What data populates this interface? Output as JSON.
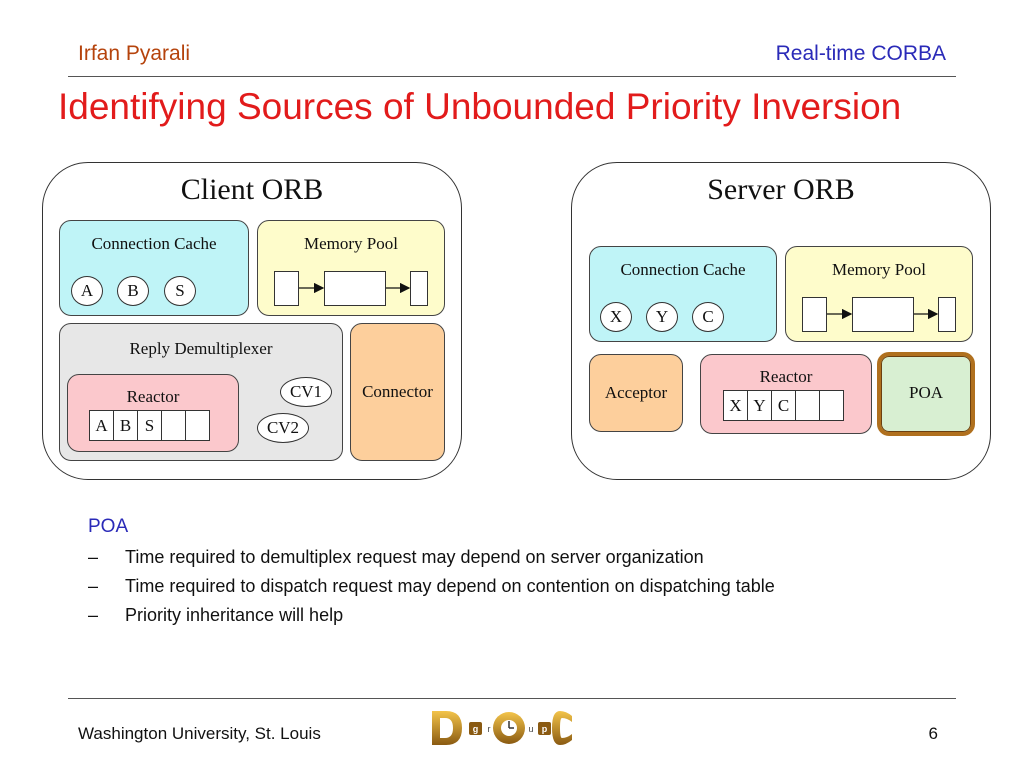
{
  "header": {
    "author": "Irfan Pyarali",
    "topic": "Real-time CORBA"
  },
  "title": "Identifying Sources of Unbounded Priority Inversion",
  "client_orb": {
    "title": "Client ORB",
    "connection_cache": {
      "label": "Connection Cache",
      "items": [
        "A",
        "B",
        "S"
      ]
    },
    "memory_pool": {
      "label": "Memory Pool"
    },
    "reply_demux": {
      "label": "Reply Demultiplexer",
      "reactor": {
        "label": "Reactor",
        "cells": [
          "A",
          "B",
          "S",
          "",
          ""
        ]
      },
      "cv1": "CV1",
      "cv2": "CV2"
    },
    "connector": "Connector"
  },
  "server_orb": {
    "title": "Server ORB",
    "connection_cache": {
      "label": "Connection Cache",
      "items": [
        "X",
        "Y",
        "C"
      ]
    },
    "memory_pool": {
      "label": "Memory Pool"
    },
    "acceptor": "Acceptor",
    "reactor": {
      "label": "Reactor",
      "cells": [
        "X",
        "Y",
        "C",
        "",
        ""
      ]
    },
    "poa": "POA"
  },
  "notes": {
    "heading": "POA",
    "bullets": [
      "Time required to demultiplex request may depend on server organization",
      "Time required to dispatch request may depend on contention on dispatching table",
      "Priority inheritance will help"
    ]
  },
  "footer": {
    "institution": "Washington University, St. Louis",
    "logo_text": "DOC group",
    "page": "6"
  }
}
